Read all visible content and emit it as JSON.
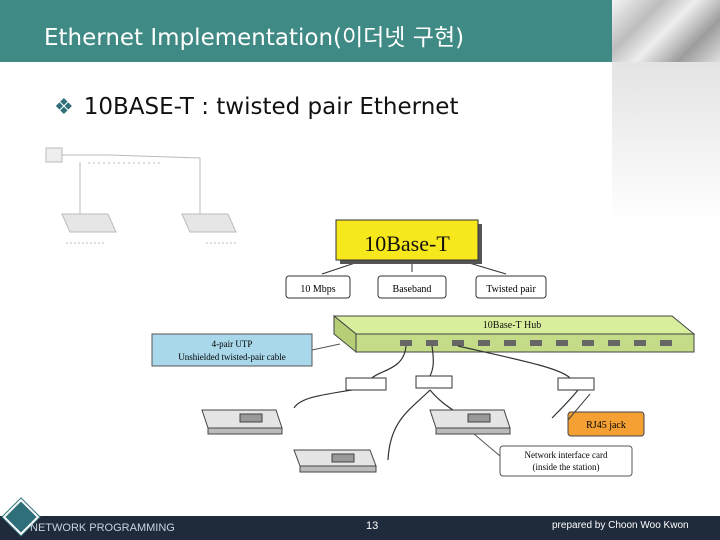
{
  "header": {
    "title": "Ethernet Implementation(이더넷 구현)"
  },
  "bullet": {
    "icon": "diamond-bullet-icon",
    "text": "10BASE-T : twisted pair Ethernet"
  },
  "diagram": {
    "main_box": "10Base-T",
    "callouts": [
      "10 Mbps",
      "Baseband",
      "Twisted pair"
    ],
    "hub_label": "10Base-T Hub",
    "utp_line1": "4-pair UTP",
    "utp_line2": "Unshielded twisted-pair cable",
    "rj45_label": "RJ45 jack",
    "nic_line1": "Network interface card",
    "nic_line2": "(inside the station)"
  },
  "footer": {
    "left_text": "NETWORK PROGRAMMING",
    "page": "13",
    "right_text": "prepared by Choon Woo Kwon"
  },
  "colors": {
    "header": "#3f8a84",
    "footer": "#1f2a3a",
    "main_box": "#f7e81c",
    "hub": "#d8ee9c",
    "utp": "#a9d8ea",
    "rj45": "#f5a033"
  }
}
